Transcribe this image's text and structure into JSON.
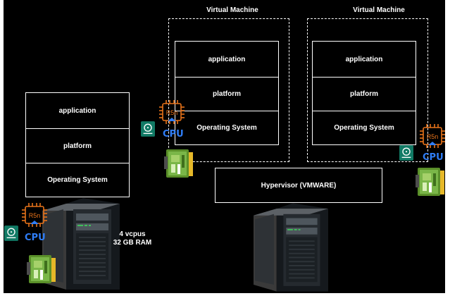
{
  "stack": {
    "application": "application",
    "platform": "platform",
    "os": "Operating System"
  },
  "vm_left": {
    "title": "Virtual Machine",
    "application": "application",
    "platform": "platform",
    "os": "Operating System"
  },
  "vm_right": {
    "title": "Virtual Machine",
    "application": "application",
    "platform": "platform",
    "os": "Operating System"
  },
  "hypervisor": {
    "label": "Hypervisor (VMWARE)"
  },
  "specs": {
    "line1": "4 vcpus",
    "line2": "32 GB RAM"
  },
  "chip": {
    "label": "R5n",
    "cpu_label": "CPU"
  },
  "colors": {
    "background": "#000000",
    "chip_orange": "#e8731a",
    "cpu_blue": "#2f7df6",
    "disk_teal": "#117a65",
    "ram_green": "#7ab648"
  },
  "icons": [
    "cpu-chip-icon",
    "hard-disk-icon",
    "ram-module-icon",
    "server-tower-icon"
  ]
}
